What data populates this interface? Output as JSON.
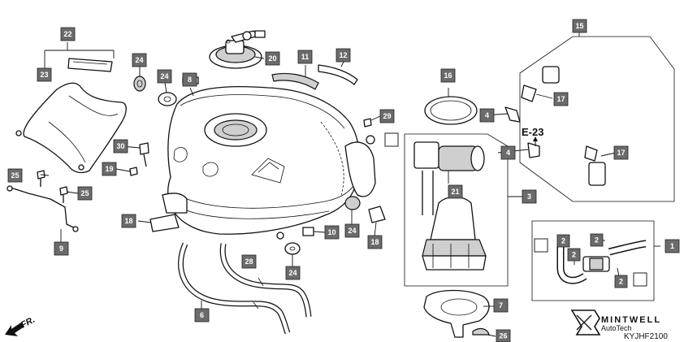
{
  "labels": {
    "p1": "1",
    "p2a": "2",
    "p2b": "2",
    "p2c": "2",
    "p2d": "2",
    "p3": "3",
    "p4a": "4",
    "p4b": "4",
    "p6": "6",
    "p7": "7",
    "p8": "8",
    "p9": "9",
    "p10": "10",
    "p11": "11",
    "p12": "12",
    "p15": "15",
    "p16": "16",
    "p17a": "17",
    "p17b": "17",
    "p18a": "18",
    "p18b": "18",
    "p19": "19",
    "p20": "20",
    "p21": "21",
    "p22": "22",
    "p23": "23",
    "p24a": "24",
    "p24b": "24",
    "p24c": "24",
    "p24d": "24",
    "p25a": "25",
    "p25b": "25",
    "p26": "26",
    "p28": "28",
    "p29": "29",
    "p30": "30"
  },
  "ref": {
    "e23": "E-23",
    "fr": "FR."
  },
  "brand": {
    "name": "MINTWELL",
    "sub": "AutoTech",
    "code": "KYJHF2100"
  },
  "colors": {
    "label_fill": "#6b6b6b",
    "label_text": "#ffffff",
    "line": "#111111"
  }
}
